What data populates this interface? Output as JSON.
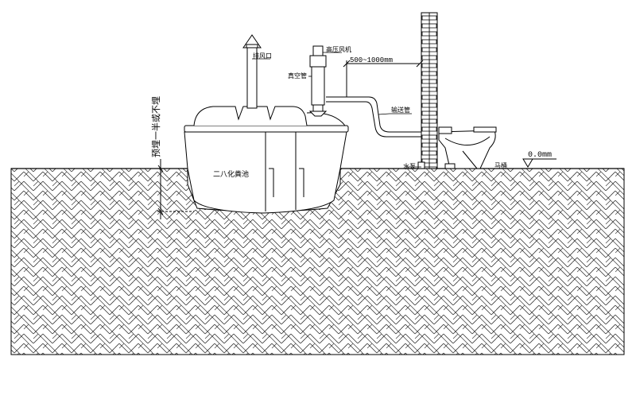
{
  "labels": {
    "exhaust_vent": "排风口",
    "blower": "高压风机",
    "vacuum_tube": "真空管",
    "distance": "500~1000mm",
    "conveying_pipe": "输送管",
    "tank": "二八化粪池",
    "water_pump": "水泵",
    "toilet": "马桶",
    "ground_level": "0.0mm",
    "burial_note": "预埋一半或不埋"
  },
  "colors": {
    "line": "#000000",
    "soil_hatch": "#333333",
    "background": "#ffffff"
  }
}
